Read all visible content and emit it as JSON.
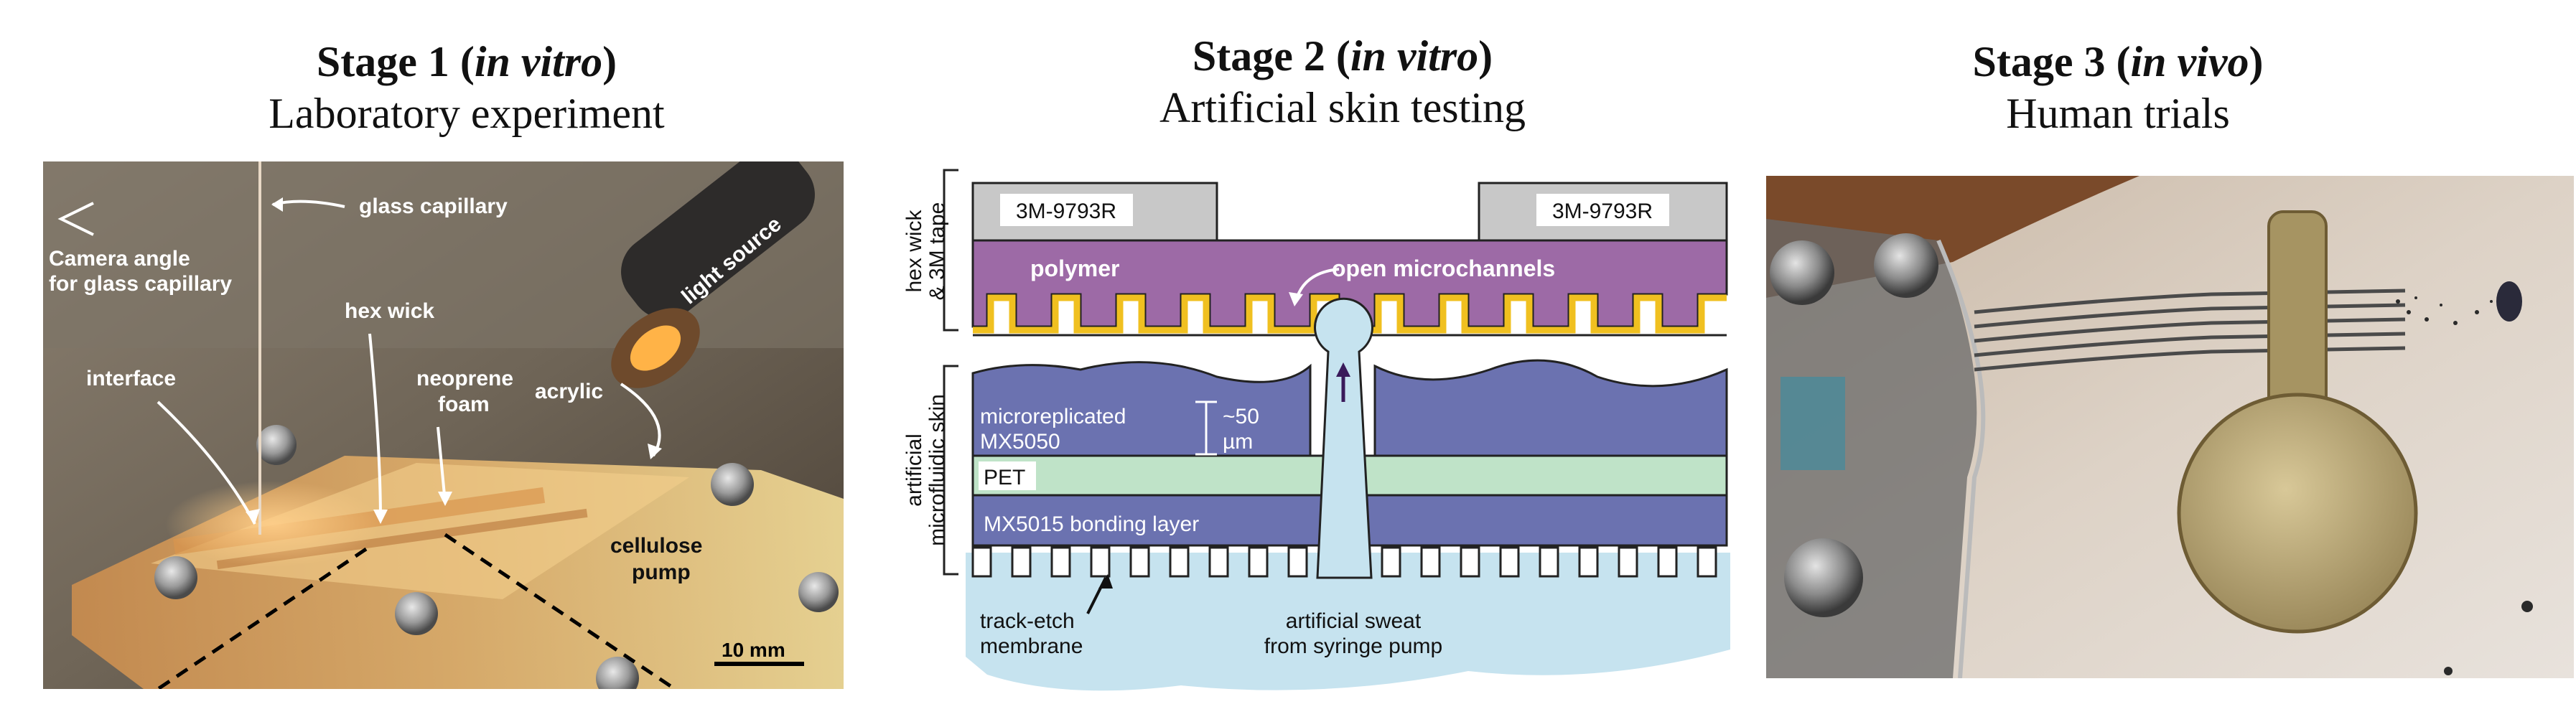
{
  "stages": [
    {
      "title": "Stage 1",
      "qualifier": "in vitro",
      "subtitle": "Laboratory experiment"
    },
    {
      "title": "Stage 2",
      "qualifier": "in vitro",
      "subtitle": "Artificial skin testing"
    },
    {
      "title": "Stage 3",
      "qualifier": "in vivo",
      "subtitle": "Human trials"
    }
  ],
  "photo1": {
    "labels": {
      "glass_capillary": "glass capillary",
      "light_source": "light source",
      "camera_angle_1": "Camera angle",
      "camera_angle_2": "for glass capillary",
      "hex_wick": "hex wick",
      "interface": "interface",
      "neoprene_1": "neoprene",
      "neoprene_2": "foam",
      "acrylic": "acrylic",
      "cellulose_1": "cellulose",
      "cellulose_2": "pump",
      "scale": "10 mm"
    }
  },
  "schematic": {
    "side_labels": {
      "top_1": "hex wick",
      "top_2": "& 3M tape",
      "bottom_1": "artificial",
      "bottom_2": "microfluidic skin"
    },
    "labels": {
      "tape_left": "3M-9793R",
      "tape_right": "3M-9793R",
      "polymer": "polymer",
      "open_microchannels": "open microchannels",
      "microreplicated_1": "microreplicated",
      "microreplicated_2": "MX5050",
      "thickness_1": "~50",
      "thickness_2": "µm",
      "pet": "PET",
      "bonding": "MX5015 bonding layer",
      "track_etch_1": "track-etch",
      "track_etch_2": "membrane",
      "sweat_1": "artificial sweat",
      "sweat_2": "from syringe pump"
    },
    "colors": {
      "tape": "#c8c8c8",
      "polymer": "#9d6aa6",
      "channel_gold": "#f0c020",
      "skin": "#6b72b0",
      "pet": "#bfe3c8",
      "sweat": "#c6e3ef"
    }
  }
}
